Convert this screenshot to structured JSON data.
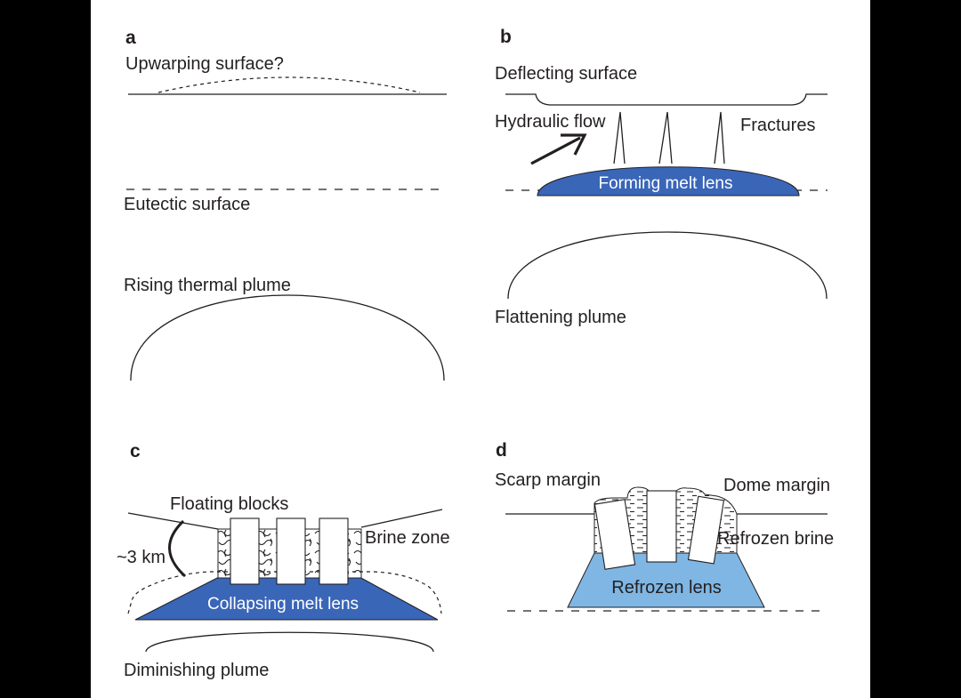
{
  "panels": {
    "a": {
      "letter": "a",
      "upwarping": "Upwarping surface?",
      "eutectic": "Eutectic surface",
      "plume": "Rising thermal plume"
    },
    "b": {
      "letter": "b",
      "deflecting": "Deflecting surface",
      "hydraulic": "Hydraulic flow",
      "fractures": "Fractures",
      "melt_lens": "Forming melt lens",
      "plume": "Flattening plume"
    },
    "c": {
      "letter": "c",
      "floating": "Floating blocks",
      "brine": "Brine zone",
      "depth": "~3 km",
      "melt_lens": "Collapsing melt lens",
      "plume": "Diminishing plume"
    },
    "d": {
      "letter": "d",
      "scarp": "Scarp margin",
      "dome": "Dome margin",
      "refrozen_brine": "Refrozen brine",
      "refrozen_lens": "Refrozen lens"
    }
  },
  "colors": {
    "melt_lens": "#3a66b8",
    "refrozen_lens": "#7fb6e3",
    "ink": "#231f20"
  }
}
